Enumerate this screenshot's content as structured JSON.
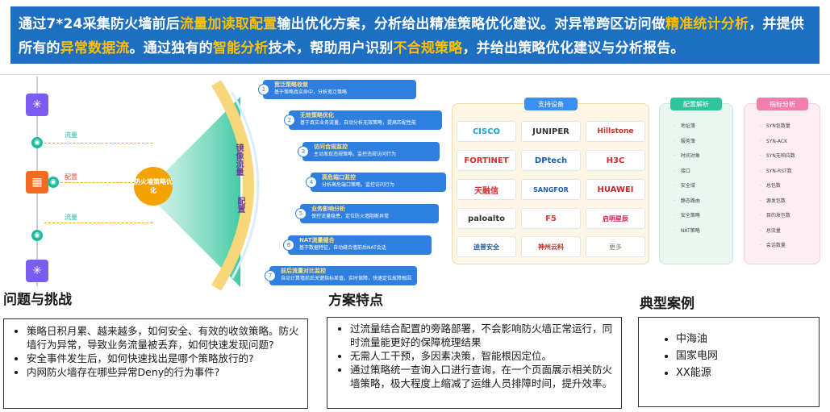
{
  "banner": {
    "p1": "通过7*24采集防火墙前后",
    "h1": "流量加读取配置",
    "p2": "输出优化方案，分析给出精准策略优化建议。对异常跨区访问做",
    "h2": "精准统计分析",
    "p3": "，并提供所有的",
    "h3": "异常数据流",
    "p4": "。通过独有的",
    "h4": "智能分析",
    "p5": "技术，帮助用户识别",
    "h5": "不合规策略",
    "p6": "，并给出策略优化建议与分析报告。"
  },
  "colors": {
    "banner_bg": "#1d6fc2",
    "highlight": "#ffc000",
    "step": "#2f7fe0"
  },
  "diagram": {
    "flow_label_top": "流量",
    "config_label": "配置",
    "flow_label_bottom": "流量",
    "center": "防火墙策略优化",
    "arc_label_1": "镜像流量",
    "arc_label_2": "配置",
    "icons": [
      "network-hub-icon",
      "firewall-icon",
      "eye-icon"
    ],
    "steps": [
      {
        "num": "1",
        "title": "宽泛策略收敛",
        "desc": "基于策略真实命中，分析宽泛策略"
      },
      {
        "num": "2",
        "title": "无效策略优化",
        "desc": "基于真实业务流量，自动分析无效策略，提高匹配性能"
      },
      {
        "num": "3",
        "title": "访问合规监控",
        "desc": "主动发现违规策略，监控违规访问行为"
      },
      {
        "num": "4",
        "title": "高危端口监控",
        "desc": "分析高危端口策略，监控访问行为"
      },
      {
        "num": "5",
        "title": "业务影响分析",
        "desc": "保控流量隐患，定位防火墙阻断异常"
      },
      {
        "num": "6",
        "title": "NAT流量缝合",
        "desc": "基于数据特征，自动缝合墙前后NAT会话"
      },
      {
        "num": "7",
        "title": "前后流量对比监控",
        "desc": "自动计算墙前后关键指标差值，实时保障，快速定位故障根因"
      }
    ]
  },
  "devices": {
    "title": "支持设备",
    "logos": [
      "CISCO",
      "JUNIPER",
      "Hillstone",
      "FORTINET",
      "DPtech",
      "H3C",
      "天融信",
      "SANGFOR",
      "HUAWEI",
      "paloalto",
      "F5",
      "启明星辰",
      "迪普安全",
      "神州云科",
      "更多"
    ]
  },
  "config_panel": {
    "title": "配置解析",
    "items": [
      "地址簿",
      "服务簿",
      "时间对象",
      "接口",
      "安全域",
      "静态路由",
      "安全策略",
      "NAT策略"
    ]
  },
  "metrics_panel": {
    "title": "指标分析",
    "items": [
      "SYN包数量",
      "SYN-ACK",
      "SYN无响应数",
      "SYN-RST数",
      "总包数",
      "源发包数",
      "目的发包数",
      "总流量",
      "会话数量"
    ]
  },
  "sections": {
    "problems": {
      "heading": "问题与挑战",
      "items": [
        "策略日积月累、越来越多，如何安全、有效的收敛策略。防火墙行为异常，导致业务流量被丢弃，如何快速发现问题?",
        "安全事件发生后，如何快速找出是哪个策略放行的?",
        "内网防火墙存在哪些异常Deny的行为事件?"
      ]
    },
    "features": {
      "heading": "方案特点",
      "items": [
        "过流量结合配置的旁路部署，不会影响防火墙正常运行，同时流量能更好的保障梳理结果",
        "无需人工干预，多因素决策，智能根因定位。",
        "通过策略统一查询入口进行查询，在一个页面展示相关防火墙策略，极大程度上缩减了运维人员排障时间，提升效率。"
      ]
    },
    "cases": {
      "heading": "典型案例",
      "items": [
        "中海油",
        "国家电网",
        "XX能源"
      ]
    }
  }
}
